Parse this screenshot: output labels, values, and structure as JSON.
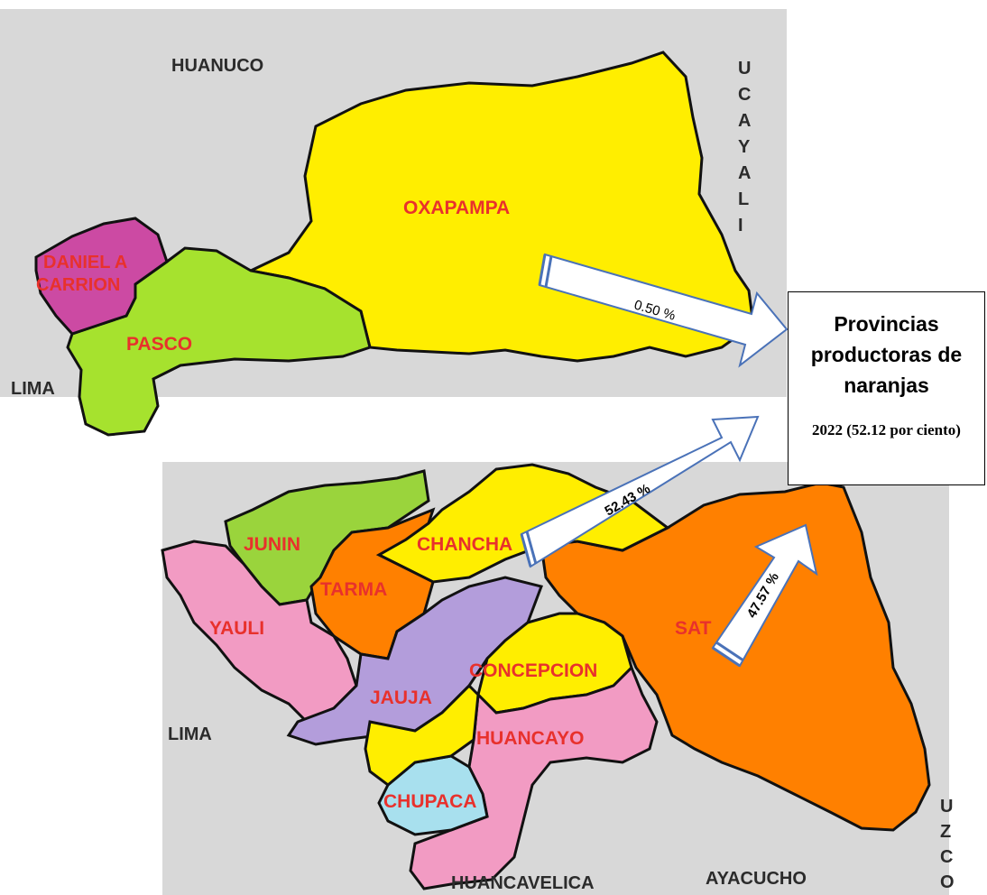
{
  "map_top": {
    "neighbors": {
      "north": "HUANUCO",
      "east": "UCAYALI",
      "southwest": "LIMA"
    },
    "east_letters": [
      "U",
      "C",
      "A",
      "Y",
      "A",
      "L",
      "I"
    ],
    "provinces": [
      {
        "name": "OXAPAMPA",
        "color": "#ffee00"
      },
      {
        "name_line1": "DANIEL A",
        "name_line2": "CARRION",
        "color": "#cc4aa3"
      },
      {
        "name": "PASCO",
        "color": "#a6e22e"
      }
    ]
  },
  "map_bottom": {
    "neighbors": {
      "west": "LIMA",
      "south": "HUANCAVELICA",
      "southeast": "AYACUCHO",
      "east": "CUZCO"
    },
    "east_letters": [
      "U",
      "Z",
      "C",
      "O"
    ],
    "provinces": [
      {
        "name": "JUNIN",
        "color": "#9ad43c"
      },
      {
        "name": "TARMA",
        "color": "#ff8000"
      },
      {
        "name": "CHANCHAMAYO",
        "visible_text": "CHANCHA",
        "color": "#ffee00"
      },
      {
        "name": "YAULI",
        "color": "#f29bc3"
      },
      {
        "name": "JAUJA",
        "color": "#b39ddb"
      },
      {
        "name": "CONCEPCION",
        "color": "#ffee00"
      },
      {
        "name": "HUANCAYO",
        "color": "#f29bc3"
      },
      {
        "name": "CHUPACA",
        "color": "#a8e0ee"
      },
      {
        "name": "SATIPO",
        "visible_text": "SAT",
        "color": "#ff8000"
      }
    ]
  },
  "arrows": [
    {
      "value_label": "0.50 %",
      "value": 0.5
    },
    {
      "value_label": "52.43 %",
      "value": 52.43
    },
    {
      "value_label": "47.57 %",
      "value": 47.57
    }
  ],
  "info_box": {
    "title": "Provincias productoras de naranjas",
    "subtitle": "2022 (52.12 por ciento)"
  }
}
